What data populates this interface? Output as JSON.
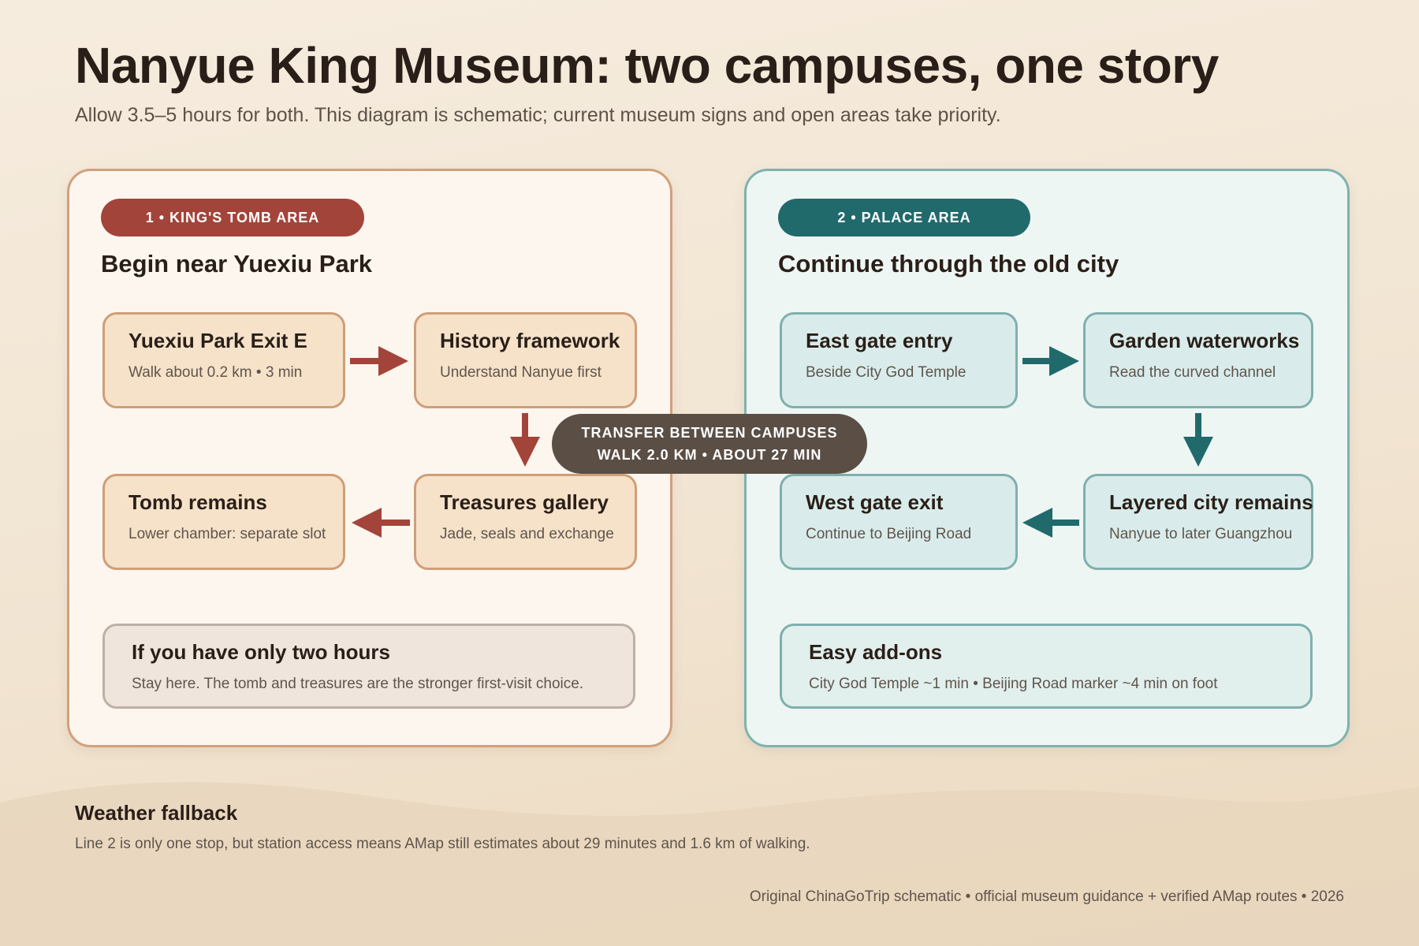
{
  "title": "Nanyue King Museum: two campuses, one story",
  "subtitle": "Allow 3.5–5 hours for both. This diagram is schematic; current museum signs and open areas take priority.",
  "colors": {
    "tomb_accent": "#a3443a",
    "palace_accent": "#216a6c",
    "transfer_badge": "#5a4e45"
  },
  "tomb_area": {
    "badge": "1 • KING'S TOMB AREA",
    "heading": "Begin near Yuexiu Park",
    "steps": [
      {
        "title": "Yuexiu Park Exit E",
        "text": "Walk about 0.2 km • 3 min"
      },
      {
        "title": "History framework",
        "text": "Understand Nanyue first"
      },
      {
        "title": "Treasures gallery",
        "text": "Jade, seals and exchange"
      },
      {
        "title": "Tomb remains",
        "text": "Lower chamber: separate slot"
      }
    ],
    "note": {
      "title": "If you have only two hours",
      "text": "Stay here. The tomb and treasures are the stronger first-visit choice."
    }
  },
  "palace_area": {
    "badge": "2 • PALACE AREA",
    "heading": "Continue through the old city",
    "steps": [
      {
        "title": "East gate entry",
        "text": "Beside City God Temple"
      },
      {
        "title": "Garden waterworks",
        "text": "Read the curved channel"
      },
      {
        "title": "Layered city remains",
        "text": "Nanyue to later Guangzhou"
      },
      {
        "title": "West gate exit",
        "text": "Continue to Beijing Road"
      }
    ],
    "note": {
      "title": "Easy add-ons",
      "text": "City God Temple ~1 min • Beijing Road marker ~4 min on foot"
    }
  },
  "transfer": {
    "line1": "TRANSFER BETWEEN CAMPUSES",
    "line2": "WALK 2.0 KM • ABOUT 27 MIN"
  },
  "weather": {
    "title": "Weather fallback",
    "text": "Line 2 is only one stop, but station access means AMap still estimates about 29 minutes and 1.6 km of walking."
  },
  "footer": "Original ChinaGoTrip schematic • official museum guidance + verified AMap routes • 2026"
}
